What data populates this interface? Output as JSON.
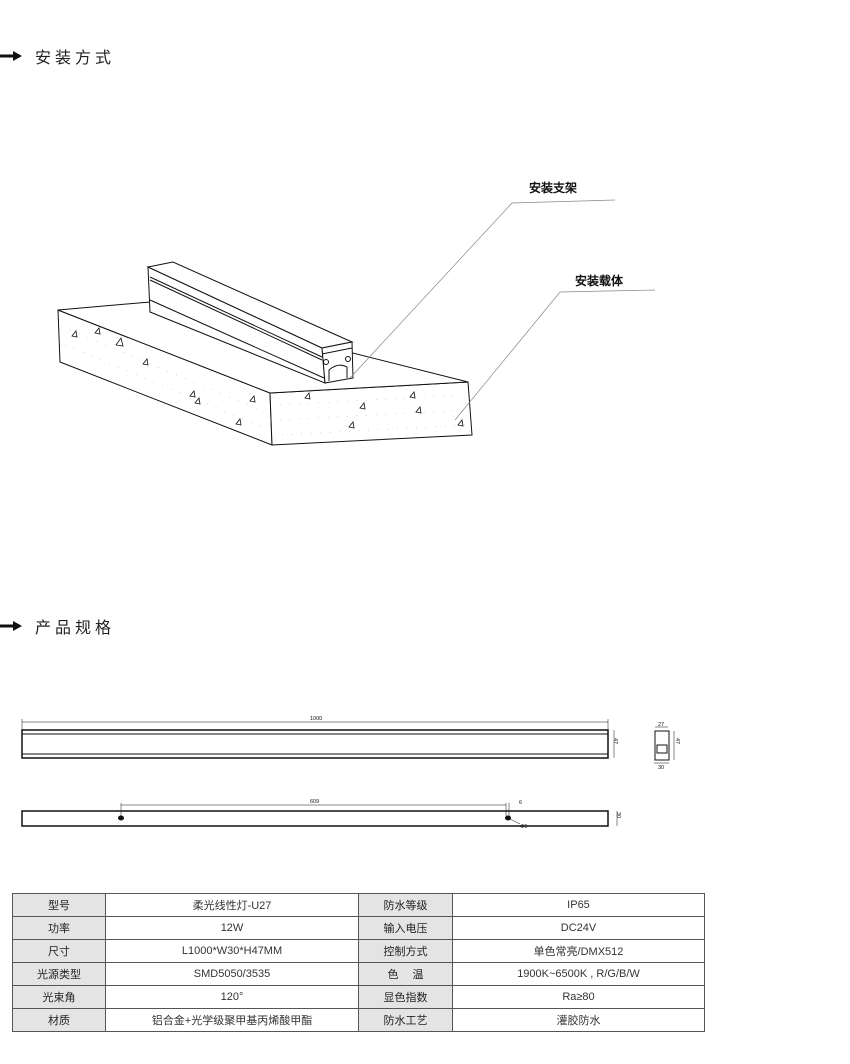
{
  "sections": {
    "installation": {
      "title": "安装方式"
    },
    "specs": {
      "title": "产品规格"
    }
  },
  "diagram": {
    "callout_bracket": "安装支架",
    "callout_carrier": "安装载体"
  },
  "dimensions": {
    "length": "1000",
    "height_side": "47",
    "end_top_width": "27",
    "end_height": "47",
    "end_bottom_width": "30",
    "hole_spacing": "609",
    "hole_offset": "6",
    "hole_diameter": "Φ5",
    "width_bottom": "30"
  },
  "spec_table": {
    "rows": [
      {
        "k1": "型号",
        "v1": "柔光线性灯-U27",
        "k2": "防水等级",
        "v2": "IP65"
      },
      {
        "k1": "功率",
        "v1": "12W",
        "k2": "输入电压",
        "v2": "DC24V"
      },
      {
        "k1": "尺寸",
        "v1": "L1000*W30*H47MM",
        "k2": "控制方式",
        "v2": "单色常亮/DMX512"
      },
      {
        "k1": "光源类型",
        "v1": "SMD5050/3535",
        "k2": "色　 温",
        "v2": "1900K~6500K , R/G/B/W"
      },
      {
        "k1": "光束角",
        "v1": "120°",
        "k2": "显色指数",
        "v2": "Ra≥80"
      },
      {
        "k1": "材质",
        "v1": "铝合金+光学级聚甲基丙烯酸甲酯",
        "k2": "防水工艺",
        "v2": "灌胶防水"
      }
    ]
  }
}
